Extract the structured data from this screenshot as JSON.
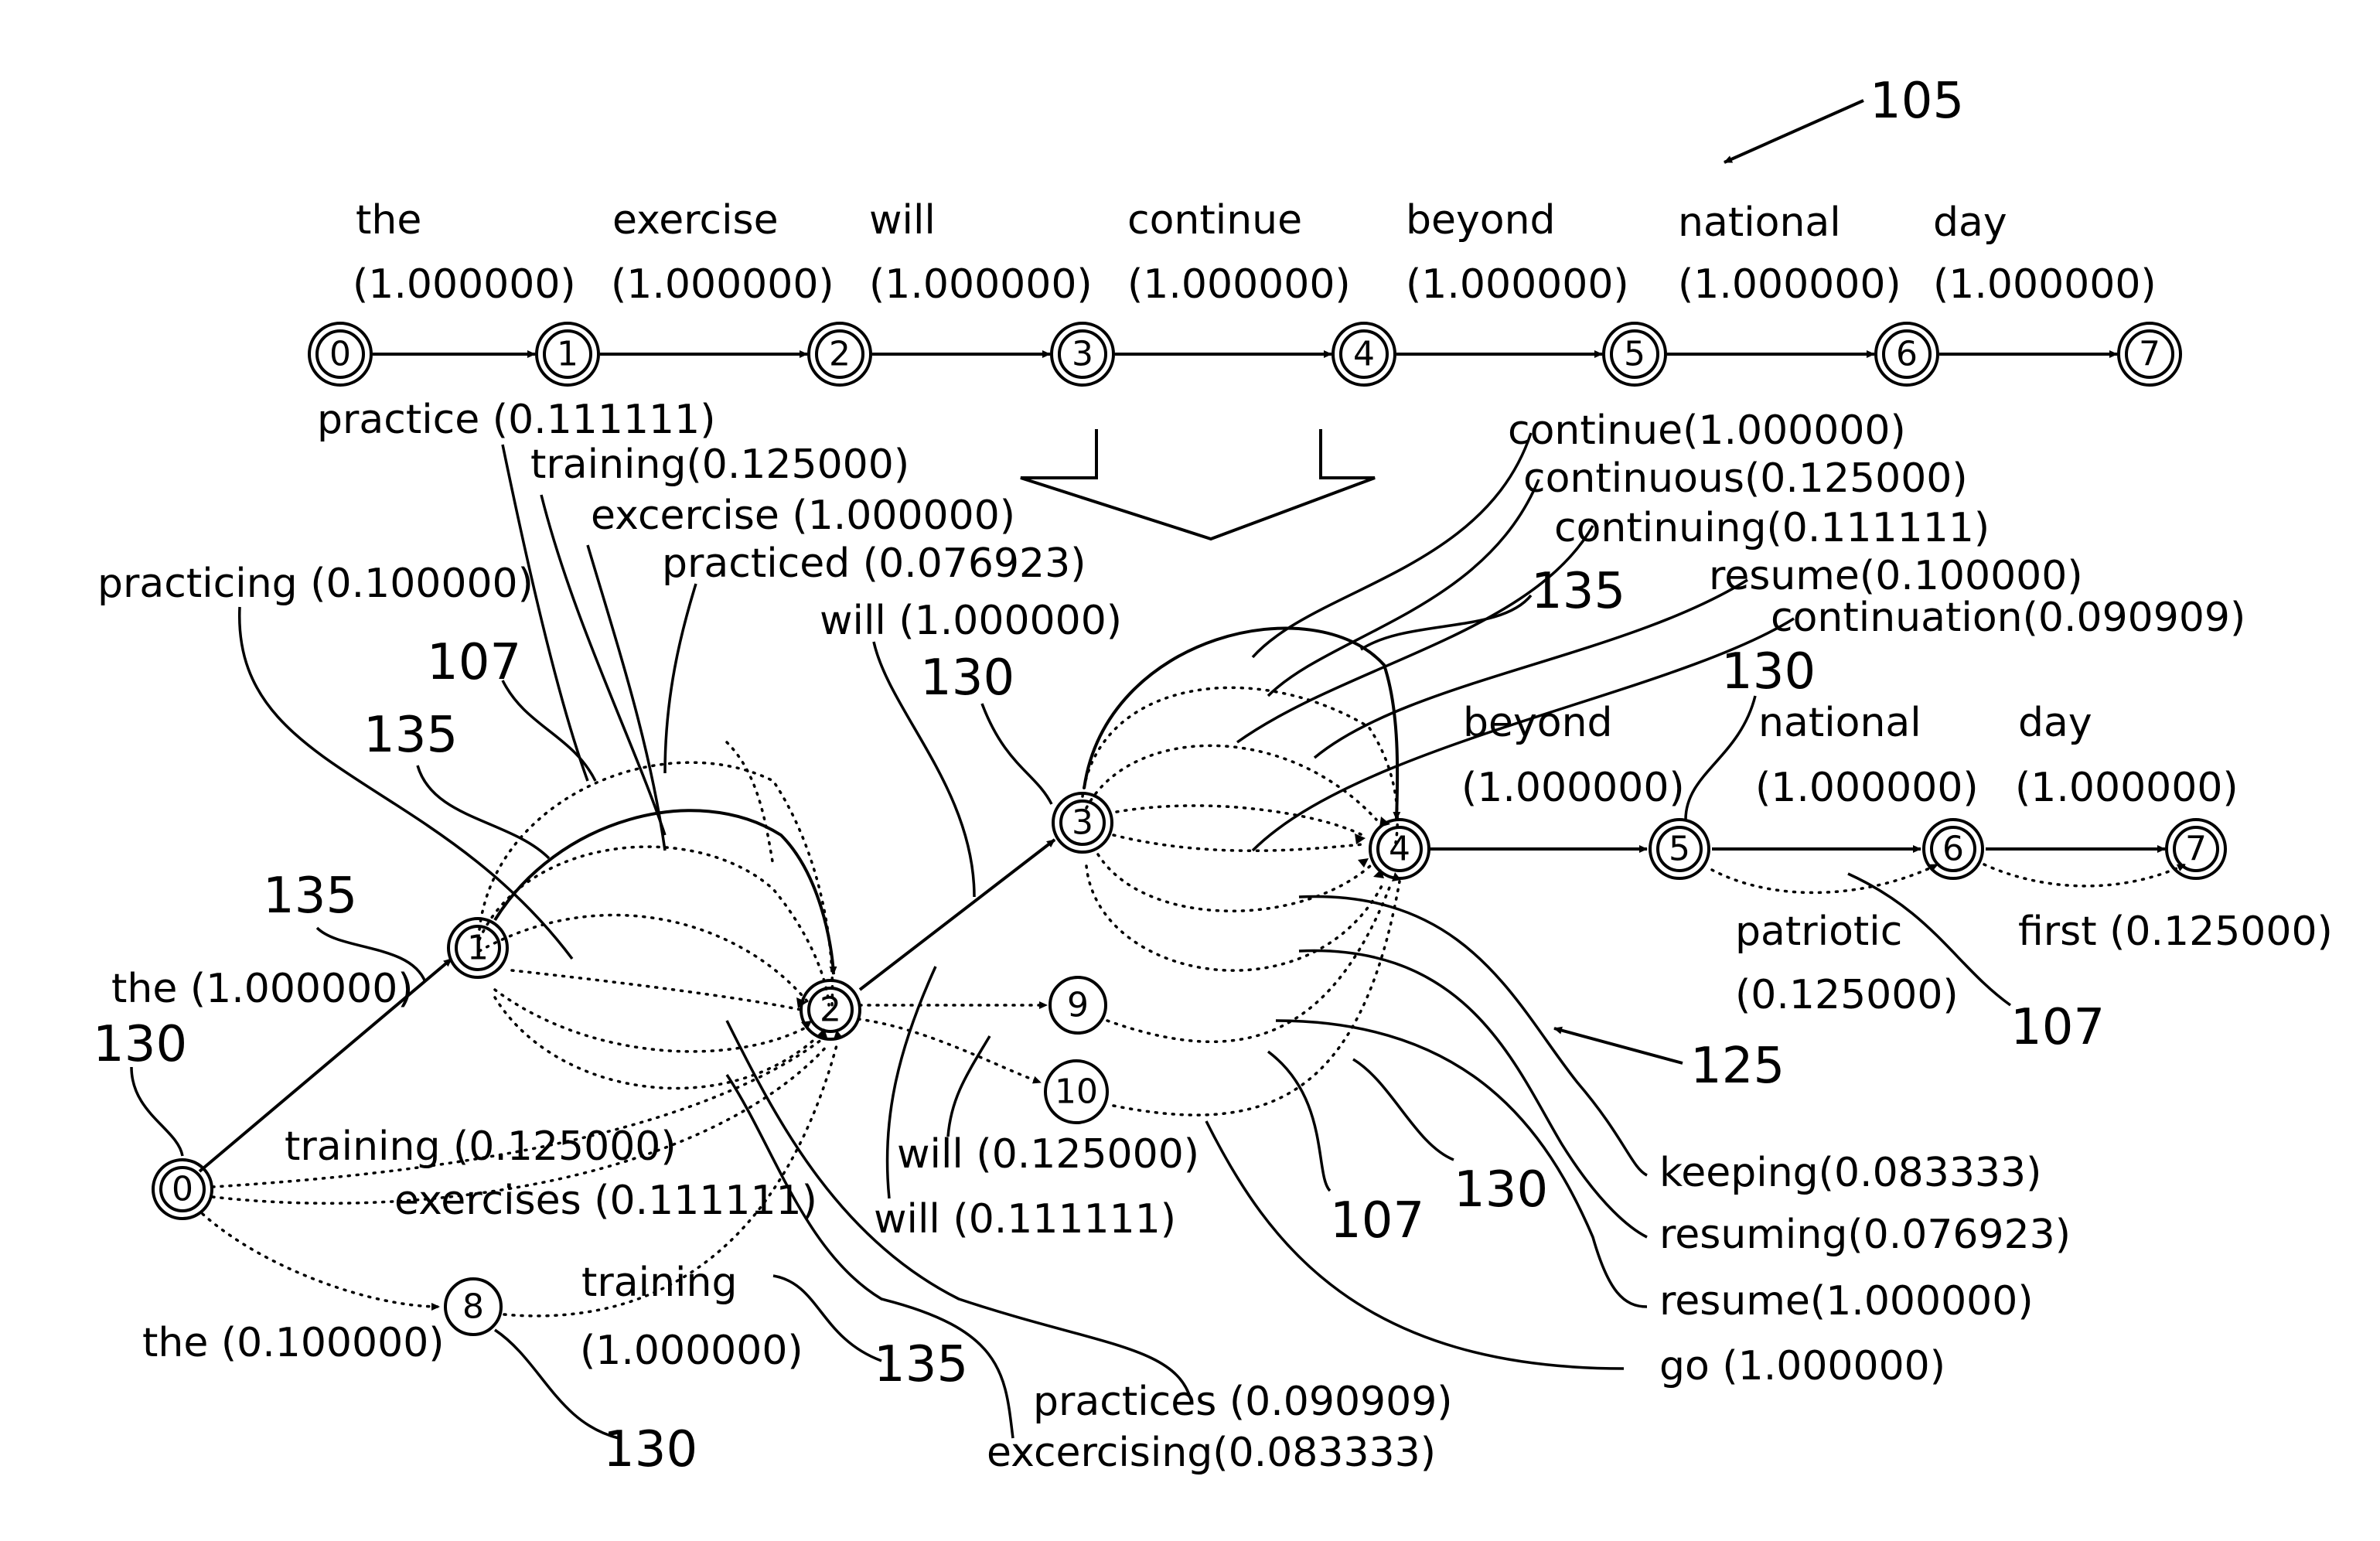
{
  "reference_numerals": {
    "top_lattice": "105",
    "expanded_lattice": "125",
    "state_130": "130",
    "arc_135": "135",
    "arc_107": "107"
  },
  "top_lattice": {
    "states": [
      "0",
      "1",
      "2",
      "3",
      "4",
      "5",
      "6",
      "7"
    ],
    "arcs": [
      {
        "word": "the",
        "prob": "(1.000000)"
      },
      {
        "word": "exercise",
        "prob": "(1.000000)"
      },
      {
        "word": "will",
        "prob": "(1.000000)"
      },
      {
        "word": "continue",
        "prob": "(1.000000)"
      },
      {
        "word": "beyond",
        "prob": "(1.000000)"
      },
      {
        "word": "national",
        "prob": "(1.000000)"
      },
      {
        "word": "day",
        "prob": "(1.000000)"
      }
    ]
  },
  "expanded_lattice": {
    "states": [
      "0",
      "1",
      "2",
      "3",
      "4",
      "5",
      "6",
      "7",
      "8",
      "9",
      "10"
    ],
    "labels": {
      "practice": "practice (0.111111)",
      "training_0125_top": "training(0.125000)",
      "excercise": "excercise (1.000000)",
      "practiced": "practiced (0.076923)",
      "practicing": "practicing (0.100000)",
      "will_1": "will (1.000000)",
      "the_1": "the (1.000000)",
      "training_0125": "training (0.125000)",
      "exercises": "exercises (0.111111)",
      "the_01": "the (0.100000)",
      "training_word": "training",
      "training_prob": "(1.000000)",
      "will_0125": "will (0.125000)",
      "will_0111": "will (0.111111)",
      "practices": "practices (0.090909)",
      "excercising": "excercising(0.083333)",
      "continue": "continue(1.000000)",
      "continuous": "continuous(0.125000)",
      "continuing": "continuing(0.111111)",
      "resume_01": "resume(0.100000)",
      "continuation": "continuation(0.090909)",
      "beyond_word": "beyond",
      "beyond_prob": "(1.000000)",
      "national_word": "national",
      "national_prob": "(1.000000)",
      "day_word": "day",
      "day_prob": "(1.000000)",
      "patriotic_word": "patriotic",
      "patriotic_prob": "(0.125000)",
      "first": "first (0.125000)",
      "keeping": "keeping(0.083333)",
      "resuming": "resuming(0.076923)",
      "resume_1": "resume(1.000000)",
      "go": "go (1.000000)"
    }
  }
}
